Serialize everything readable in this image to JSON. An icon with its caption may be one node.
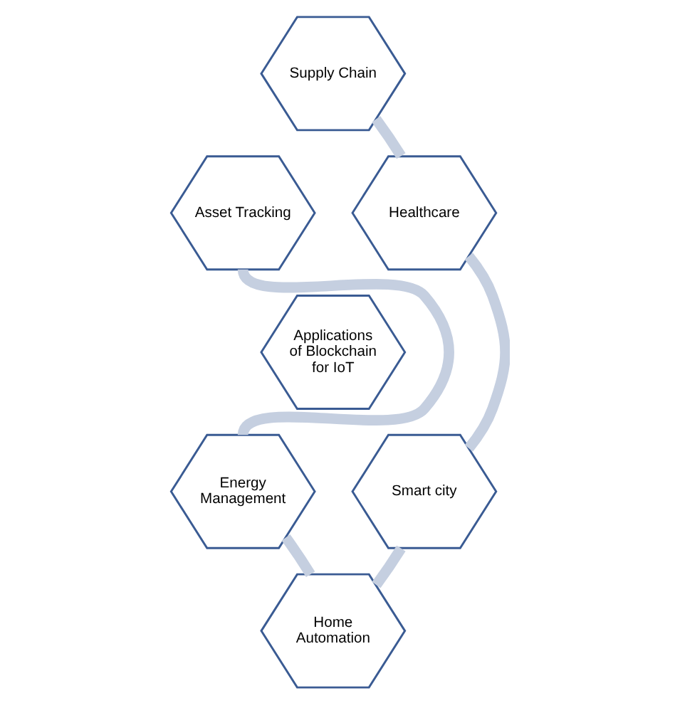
{
  "diagram": {
    "nodes": [
      {
        "text": [
          "Supply Chain"
        ]
      },
      {
        "text": [
          "Asset Tracking"
        ]
      },
      {
        "text": [
          "Healthcare"
        ]
      },
      {
        "text": [
          "Applications of Blockchain for IoT"
        ]
      },
      {
        "text": [
          "Energy Management"
        ]
      },
      {
        "text": [
          "Smart city"
        ]
      },
      {
        "text": [
          "Home Automation"
        ]
      }
    ],
    "edges": [
      {
        "from": 0,
        "to": 2,
        "arrow": "none"
      },
      {
        "from": 2,
        "to": 5,
        "arrow": "none"
      },
      {
        "from": 5,
        "to": 6,
        "arrow": "none"
      },
      {
        "from": 6,
        "to": 4,
        "arrow": "none"
      },
      {
        "from": 4,
        "to": 1,
        "arrow": "none"
      }
    ]
  }
}
